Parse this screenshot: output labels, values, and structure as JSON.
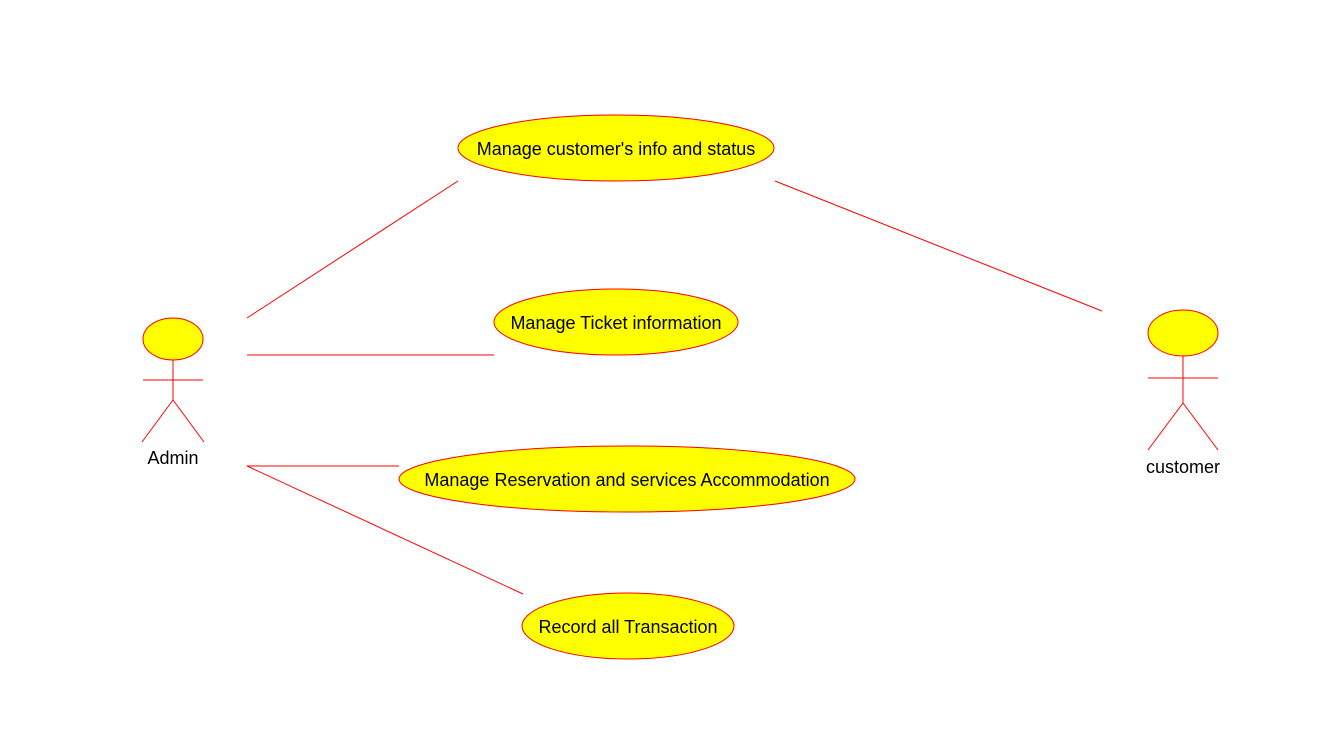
{
  "colors": {
    "line": "#ff0000",
    "usecase_fill": "#ffff00",
    "actor_head_fill": "#ffff00",
    "text": "#000000",
    "background": "#ffffff"
  },
  "actors": [
    {
      "id": "admin",
      "label": "Admin"
    },
    {
      "id": "customer",
      "label": "customer"
    }
  ],
  "use_cases": [
    {
      "id": "uc1",
      "label": "Manage customer's info and status"
    },
    {
      "id": "uc2",
      "label": "Manage Ticket information"
    },
    {
      "id": "uc3",
      "label": "Manage Reservation and services Accommodation"
    },
    {
      "id": "uc4",
      "label": "Record all Transaction"
    }
  ],
  "associations": [
    {
      "from": "admin",
      "to": "uc1"
    },
    {
      "from": "admin",
      "to": "uc2"
    },
    {
      "from": "admin",
      "to": "uc3"
    },
    {
      "from": "admin",
      "to": "uc4"
    },
    {
      "from": "customer",
      "to": "uc1"
    }
  ]
}
